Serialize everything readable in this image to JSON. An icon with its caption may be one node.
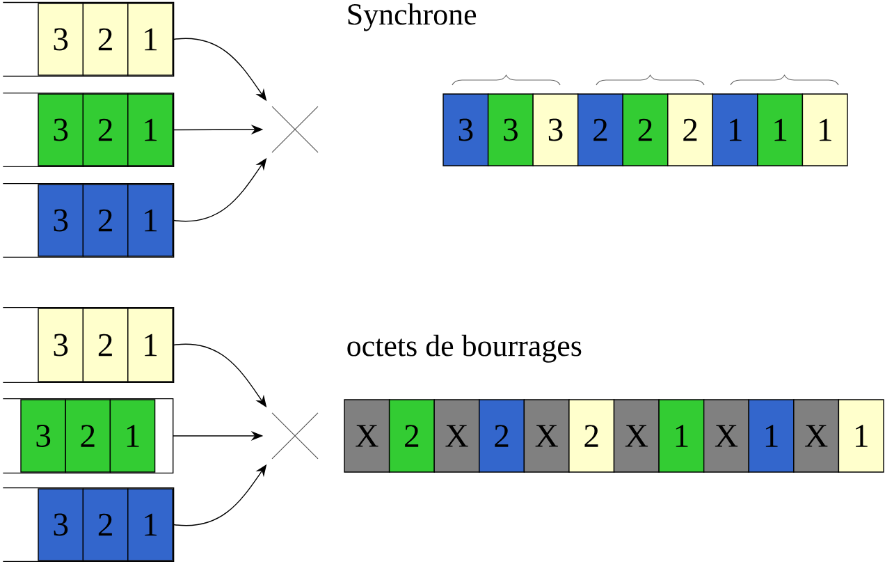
{
  "diagram": {
    "nodes": [
      {
        "text": [],
        "shape": "box"
      },
      {
        "text": [
          "3"
        ],
        "in": 0
      },
      {
        "text": [
          "2"
        ],
        "in": 0
      },
      {
        "text": [
          "1"
        ],
        "in": 0
      },
      {
        "text": [],
        "shape": "box"
      },
      {
        "text": [
          "3"
        ],
        "in": 4
      },
      {
        "text": [
          "2"
        ],
        "in": 4
      },
      {
        "text": [
          "1"
        ],
        "in": 4
      },
      {
        "text": [],
        "shape": "box"
      },
      {
        "text": [
          "3"
        ],
        "in": 8
      },
      {
        "text": [
          "2"
        ],
        "in": 8
      },
      {
        "text": [
          "1"
        ],
        "in": 8
      },
      {
        "text": [],
        "shape": "cross"
      },
      {
        "text": [
          "3"
        ]
      },
      {
        "text": [
          "3"
        ]
      },
      {
        "text": [
          "3"
        ]
      },
      {
        "text": [
          "2"
        ]
      },
      {
        "text": [
          "2"
        ]
      },
      {
        "text": [
          "2"
        ]
      },
      {
        "text": [
          "1"
        ]
      },
      {
        "text": [
          "1"
        ]
      },
      {
        "text": [
          "1"
        ]
      },
      {
        "text": [],
        "shape": "box"
      },
      {
        "text": [
          "3"
        ],
        "in": 22
      },
      {
        "text": [
          "2"
        ],
        "in": 22
      },
      {
        "text": [
          "1"
        ],
        "in": 22
      },
      {
        "text": [],
        "shape": "box"
      },
      {
        "text": [
          "3"
        ],
        "in": 26
      },
      {
        "text": [
          "2"
        ],
        "in": 26
      },
      {
        "text": [
          "1"
        ],
        "in": 26
      },
      {
        "text": [],
        "shape": "box"
      },
      {
        "text": [
          "3"
        ],
        "in": 30
      },
      {
        "text": [
          "2"
        ],
        "in": 30
      },
      {
        "text": [
          "1"
        ],
        "in": 30
      },
      {
        "text": [],
        "shape": "cross"
      },
      {
        "text": [
          "X"
        ]
      },
      {
        "text": [
          "2"
        ]
      },
      {
        "text": [
          "X"
        ]
      },
      {
        "text": [
          "2"
        ]
      },
      {
        "text": [
          "X"
        ]
      },
      {
        "text": [
          "2"
        ]
      },
      {
        "text": [
          "X"
        ]
      },
      {
        "text": [
          "1"
        ]
      },
      {
        "text": [
          "X"
        ]
      },
      {
        "text": [
          "1"
        ]
      },
      {
        "text": [
          "X"
        ]
      },
      {
        "text": [
          "1"
        ]
      }
    ],
    "edges": [
      {
        "from": 0,
        "to": 12,
        "arrow": "to"
      },
      {
        "from": 4,
        "to": 12,
        "arrow": "to"
      },
      {
        "from": 8,
        "to": 12,
        "arrow": "to"
      },
      {
        "from": 22,
        "to": 34,
        "arrow": "to"
      },
      {
        "from": 26,
        "to": 34,
        "arrow": "to"
      },
      {
        "from": 30,
        "to": 34,
        "arrow": "to"
      }
    ],
    "labels": [
      "Synchrone",
      "octets de bourrages"
    ]
  }
}
